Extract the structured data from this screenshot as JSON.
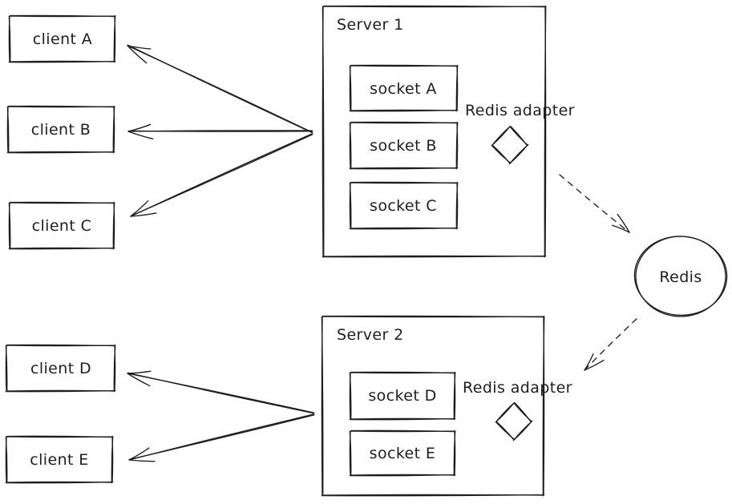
{
  "diagram": {
    "colors": {
      "stroke": "#1e1e1e",
      "background": "#ffffff"
    },
    "clients": [
      {
        "label": "client A"
      },
      {
        "label": "client B"
      },
      {
        "label": "client C"
      },
      {
        "label": "client D"
      },
      {
        "label": "client E"
      }
    ],
    "servers": [
      {
        "title": "Server 1",
        "adapter_label": "Redis adapter",
        "sockets": [
          {
            "label": "socket A"
          },
          {
            "label": "socket B"
          },
          {
            "label": "socket C"
          }
        ]
      },
      {
        "title": "Server 2",
        "adapter_label": "Redis adapter",
        "sockets": [
          {
            "label": "socket D"
          },
          {
            "label": "socket E"
          }
        ]
      }
    ],
    "redis": {
      "label": "Redis"
    }
  }
}
